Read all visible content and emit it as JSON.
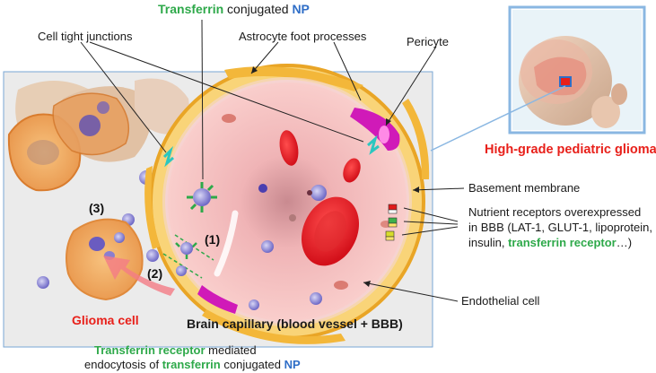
{
  "title": {
    "part1": "Transferrin",
    "part2": " conjugated ",
    "part3": "NP"
  },
  "labels": {
    "tight_junctions": "Cell tight junctions",
    "astrocyte": "Astrocyte foot processes",
    "pericyte": "Pericyte",
    "glioma_title": "High-grade pediatric glioma",
    "basement": "Basement membrane",
    "nutrient_line1": "Nutrient receptors overexpressed",
    "nutrient_line2": "in BBB (LAT-1, GLUT-1, lipoprotein,",
    "nutrient_line3a": "insulin, ",
    "nutrient_line3b": "transferrin receptor",
    "nutrient_line3c": "…)",
    "endothelial": "Endothelial cell",
    "glioma_cell": "Glioma cell",
    "capillary": "Brain capillary (blood vessel + BBB)",
    "step1": "(1)",
    "step2": "(2)",
    "step3": "(3)",
    "bottom_line1a": "Transferrin receptor",
    "bottom_line1b": " mediated",
    "bottom_line2a": "endocytosis of ",
    "bottom_line2b": "transferrin",
    "bottom_line2c": " conjugated ",
    "bottom_line2d": "NP"
  },
  "colors": {
    "transferrin": "#2ea94a",
    "np": "#2f6ec7",
    "glioma": "#e8201a",
    "lumen": "#f3b5b5",
    "endothelium": "#f7cf6a",
    "pericyte": "#d01ab8",
    "tissue": "#ececec"
  }
}
